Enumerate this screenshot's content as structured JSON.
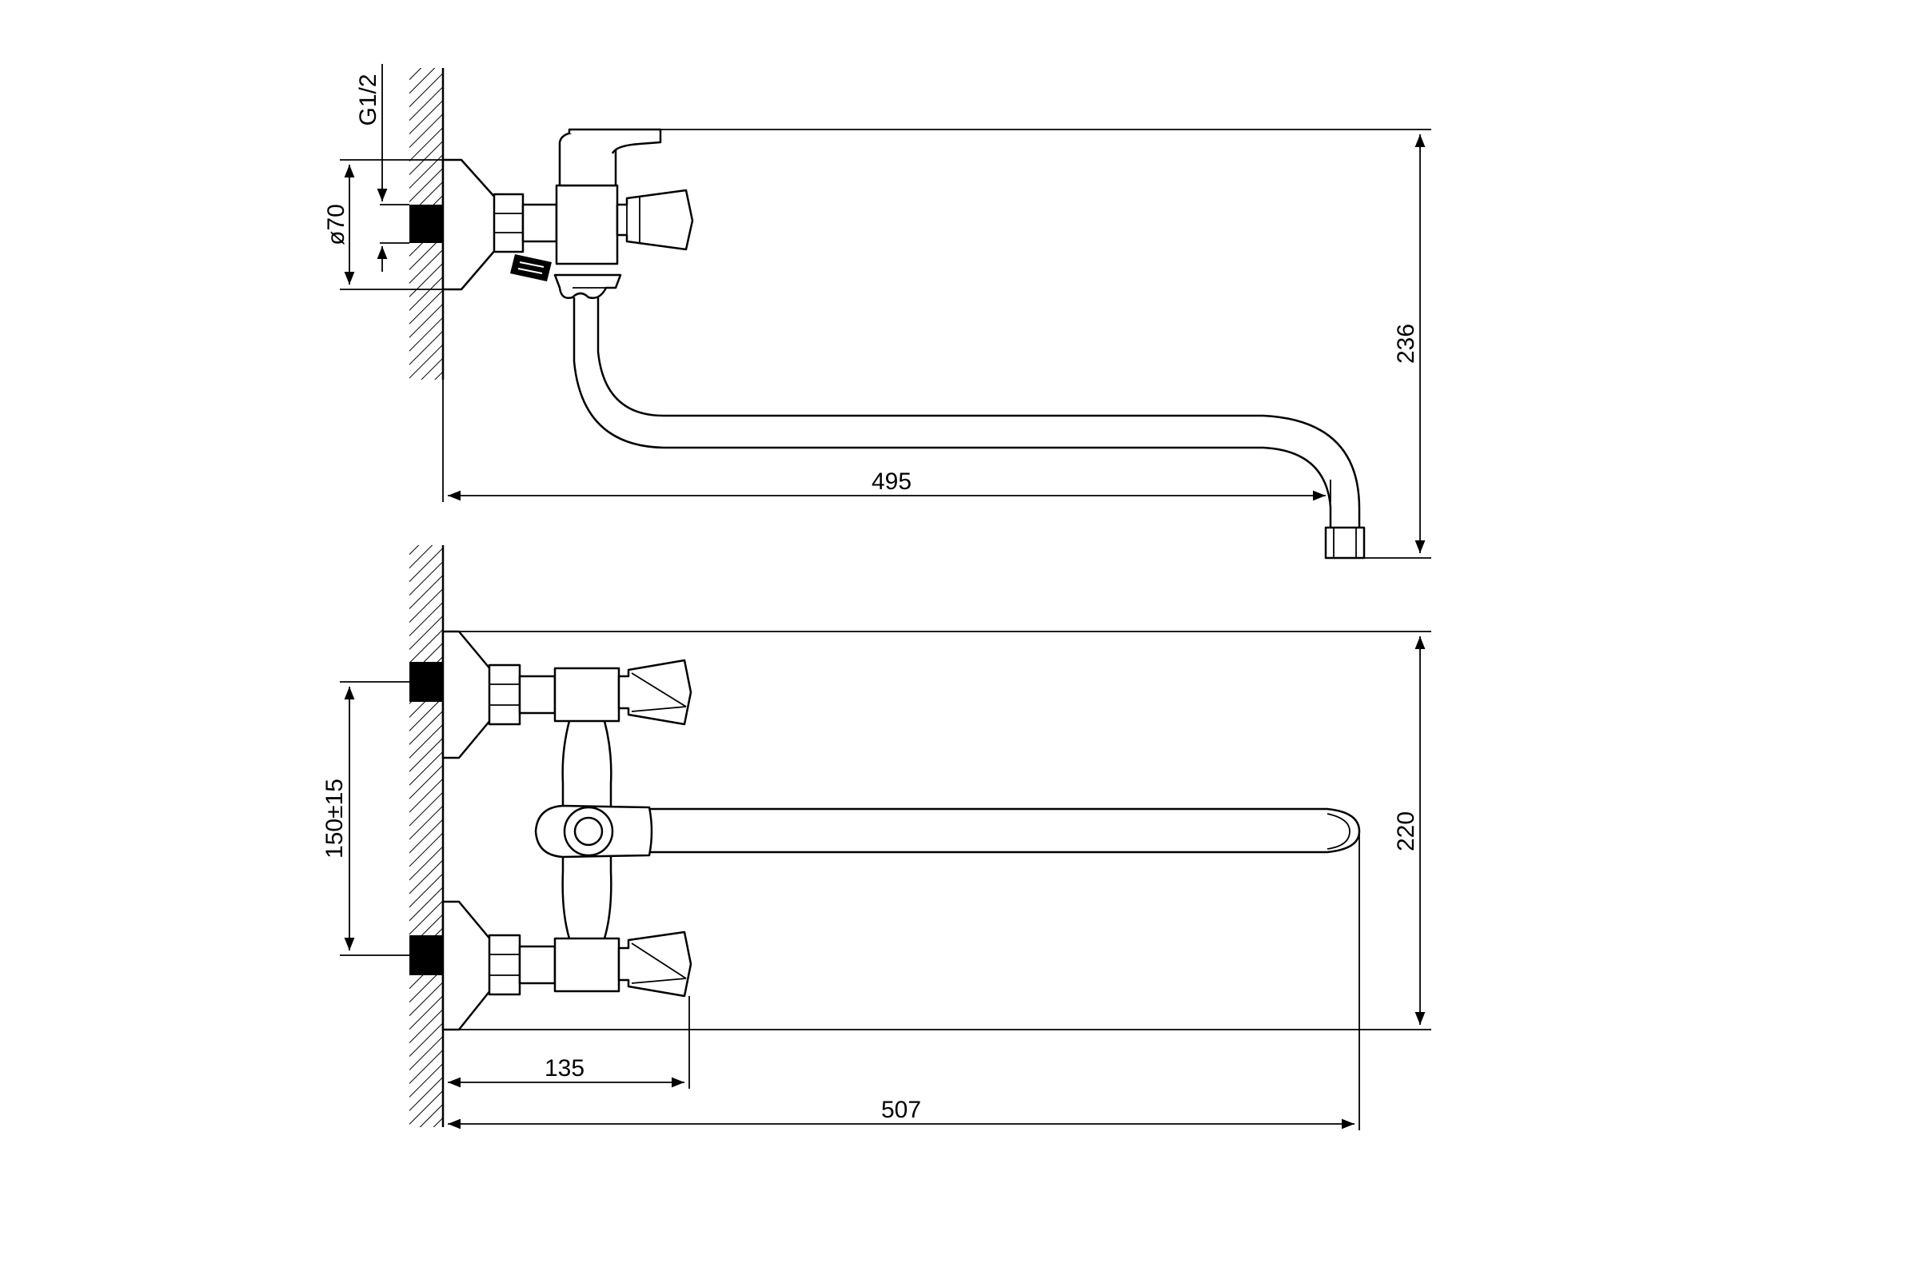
{
  "colors": {
    "line": "#000000",
    "background": "#ffffff"
  },
  "side_view": {
    "thread_label": "G1/2",
    "diameter_label": "ø70",
    "height_label": "236",
    "reach_label": "495"
  },
  "top_view": {
    "spacing_label": "150±15",
    "height_label": "220",
    "handle_offset_label": "135",
    "total_reach_label": "507"
  }
}
